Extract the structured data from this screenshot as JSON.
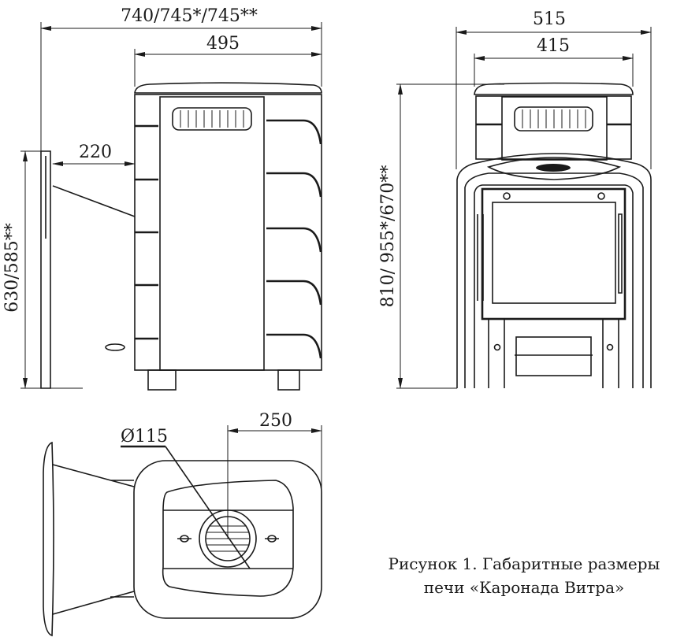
{
  "side_view": {
    "overall_length": "740/745*/745**",
    "body_depth": "495",
    "screen_gap": "220",
    "height": "630/585**"
  },
  "front_view": {
    "overall_width": "515",
    "body_width": "415",
    "height": "810/ 955*/670**"
  },
  "top_view": {
    "flue_diameter": "Ø115",
    "flue_offset": "250"
  },
  "caption": {
    "line1": "Рисунок 1. Габаритные размеры",
    "line2": "печи «Каронада Витра»"
  },
  "colors": {
    "line": "#1a1a1a",
    "background": "#ffffff"
  }
}
